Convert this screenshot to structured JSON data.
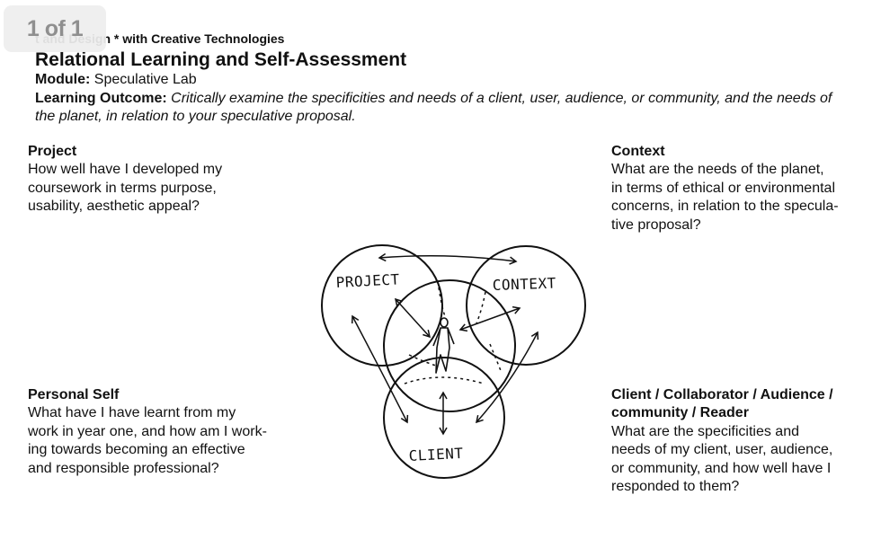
{
  "viewer": {
    "page_indicator": "1 of 1"
  },
  "header": {
    "course": "t and Design * with Creative Technologies",
    "title": "Relational Learning and Self-Assessment",
    "module_label": "Module:",
    "module_value": "Speculative Lab",
    "outcome_label": "Learning Outcome:",
    "outcome_value": "Critically examine the specificities and needs of a client, user, audience, or community, and the needs of the planet, in relation to your speculative proposal."
  },
  "blocks": {
    "project": {
      "heading": "Project",
      "body": "How well have I developed my\ncoursework in terms purpose,\nusability, aesthetic appeal?"
    },
    "context": {
      "heading": "Context",
      "body": "What are the needs of the planet,\nin terms of ethical or environmental\nconcerns, in relation to the specula-\ntive proposal?"
    },
    "personal_self": {
      "heading": "Personal Self",
      "body": "What have I have learnt from my\nwork in year one, and how am I work-\ning towards becoming an effective\nand responsible professional?"
    },
    "client": {
      "heading": "Client / Collaborator / Audience /\ncommunity / Reader",
      "body": "What are the specificities and\nneeds of my client, user, audience,\nor community, and how well have I\nresponded to them?"
    }
  },
  "diagram": {
    "labels": {
      "project": "PROJECT",
      "context": "CONTEXT",
      "client": "CLIENT"
    }
  }
}
